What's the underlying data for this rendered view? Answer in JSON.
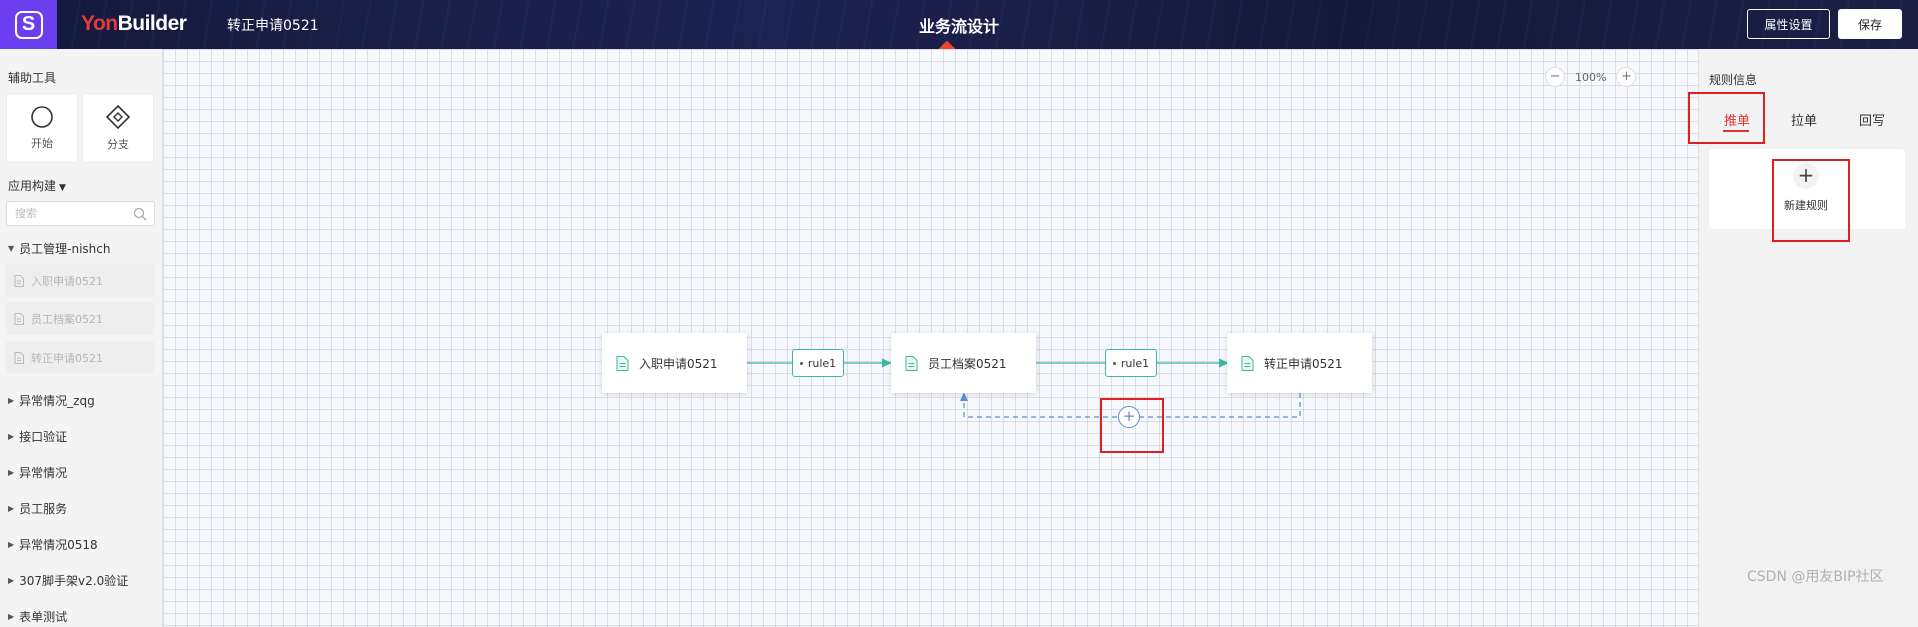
{
  "header": {
    "logo_glyph": "S",
    "brand_part1": "Yon",
    "brand_part2": "Builder",
    "doc_title": "转正申请0521",
    "page_title": "业务流设计",
    "property_button": "属性设置",
    "save_button": "保存"
  },
  "sidebar": {
    "tools_title": "辅助工具",
    "tools": [
      {
        "label": "开始",
        "icon": "circle-start-icon"
      },
      {
        "label": "分支",
        "icon": "diamond-branch-icon"
      }
    ],
    "app_build_label": "应用构建",
    "search_placeholder": "搜索",
    "expanded_group": "员工管理-nishch",
    "expanded_items": [
      "入职申请0521",
      "员工档案0521",
      "转正申请0521"
    ],
    "groups": [
      "异常情况_zqg",
      "接口验证",
      "异常情况",
      "员工服务",
      "异常情况0518",
      "307脚手架v2.0验证",
      "表单测试"
    ]
  },
  "canvas": {
    "zoom_level": "100%",
    "zoom_out": "−",
    "zoom_in": "+",
    "nodes": [
      "入职申请0521",
      "员工档案0521",
      "转正申请0521"
    ],
    "rules": [
      "rule1",
      "rule1"
    ],
    "add_symbol": "+",
    "colors": {
      "flow_line": "#3cb9a0",
      "writeback_line": "#5b8ed6",
      "highlight": "#e02020"
    }
  },
  "right_panel": {
    "title": "规则信息",
    "tabs": [
      "推单",
      "拉单",
      "回写"
    ],
    "active_tab": "推单",
    "new_rule_label": "新建规则",
    "new_rule_symbol": "+"
  },
  "watermark": "CSDN @用友BIP社区"
}
